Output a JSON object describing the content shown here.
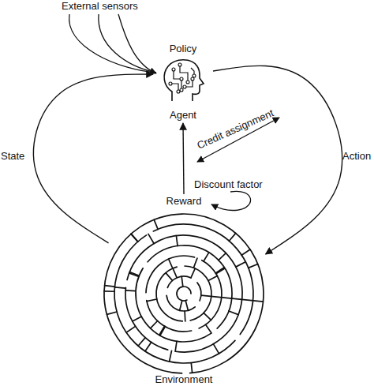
{
  "diagram": {
    "nodes": [
      {
        "text": [
          "Policy",
          "Agent"
        ]
      },
      {
        "text": [
          "Reward"
        ]
      },
      {
        "text": [
          "Environment"
        ]
      }
    ],
    "edges": [
      {
        "from": 2,
        "to": 0,
        "label": "State",
        "arrow": "to"
      },
      {
        "from": 0,
        "to": 2,
        "label": "Action",
        "arrow": "to"
      },
      {
        "from": 1,
        "to": 0,
        "arrow": "to"
      }
    ],
    "labels": [
      "External sensors",
      "Credit assignment",
      "Discount factor"
    ]
  }
}
